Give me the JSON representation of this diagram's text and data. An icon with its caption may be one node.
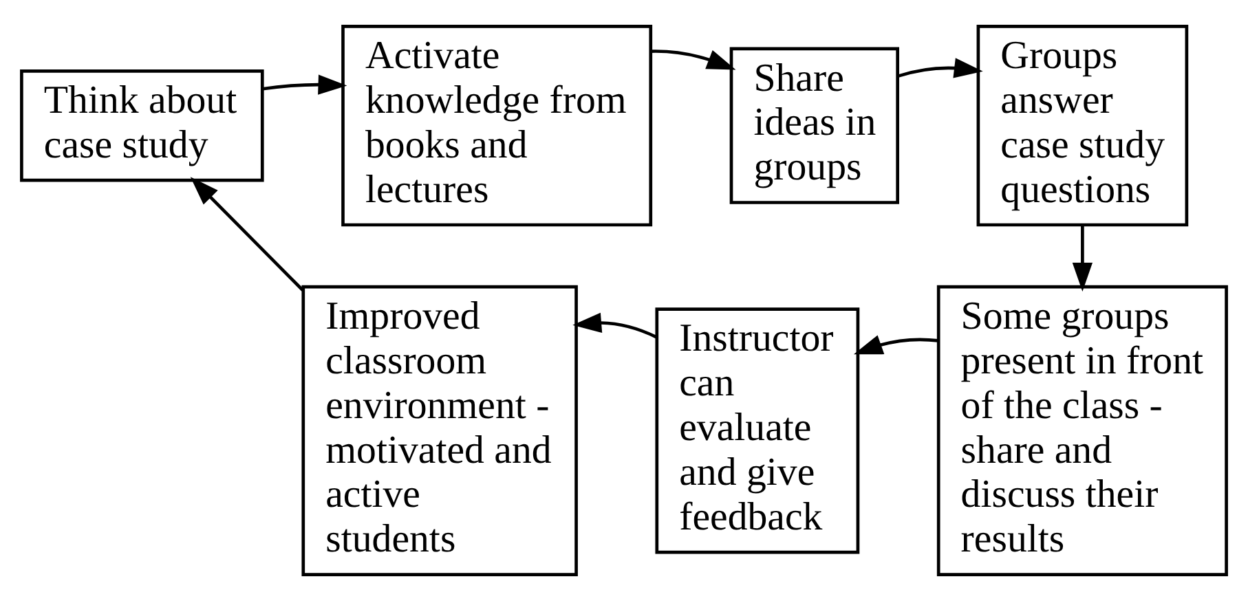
{
  "diagram": {
    "nodes": [
      {
        "text": [
          "Think about case study"
        ]
      },
      {
        "text": [
          "Activate knowledge from books and lectures"
        ]
      },
      {
        "text": [
          "Share ideas in groups"
        ]
      },
      {
        "text": [
          "Groups answer case study questions"
        ]
      },
      {
        "text": [
          "Some groups present in front of the class - share and discuss their results"
        ]
      },
      {
        "text": [
          "Instructor can evaluate and give feedback"
        ]
      },
      {
        "text": [
          "Improved classroom environment - motivated and active students"
        ]
      }
    ],
    "edges": [
      {
        "from": 0,
        "to": 1,
        "arrow": "to"
      },
      {
        "from": 1,
        "to": 2,
        "arrow": "to"
      },
      {
        "from": 2,
        "to": 3,
        "arrow": "to"
      },
      {
        "from": 3,
        "to": 4,
        "arrow": "to"
      },
      {
        "from": 4,
        "to": 5,
        "arrow": "to"
      },
      {
        "from": 5,
        "to": 6,
        "arrow": "to"
      },
      {
        "from": 6,
        "to": 0,
        "arrow": "to"
      }
    ]
  }
}
